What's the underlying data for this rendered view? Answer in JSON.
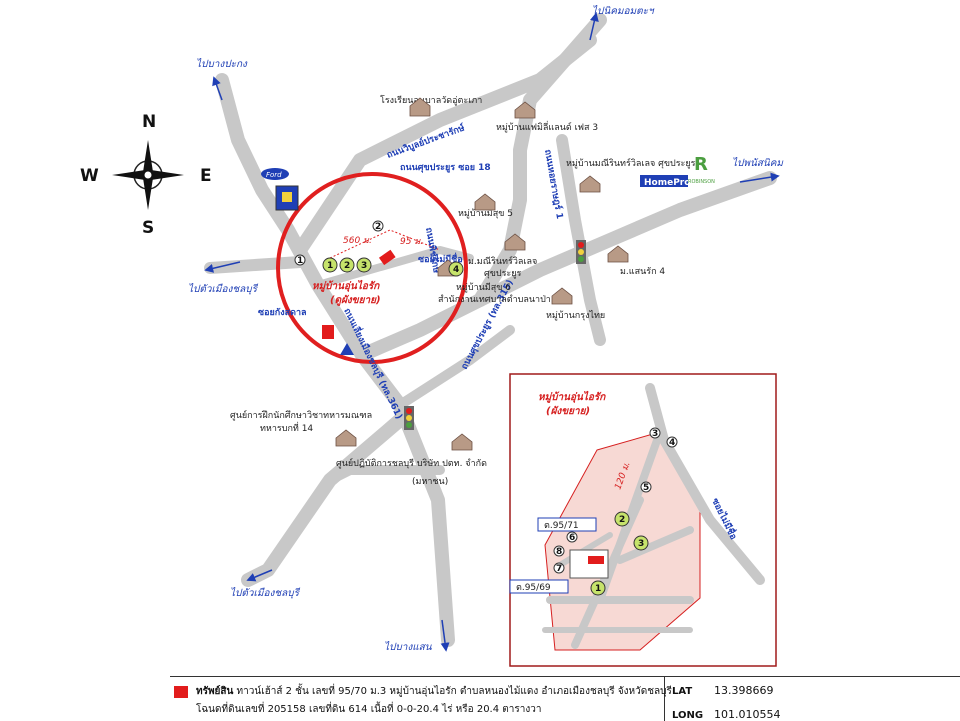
{
  "compass": {
    "n": "N",
    "s": "S",
    "e": "E",
    "w": "W"
  },
  "directions": {
    "to_bang_pakong": "ไปบางปะกง",
    "to_nikhom_motorway": "ไปนิคมอมตะฯ",
    "to_phanat_nikhom": "ไปพนัสนิคม",
    "to_chonburi_city_west": "ไปตัวเมืองชลบุรี",
    "to_chonburi_city_southwest": "ไปตัวเมืองชลบุรี",
    "to_bang_saen": "ไปบางแสน"
  },
  "roads": {
    "boonprasarn": "ถนนวิบูลย์ประชารักษ์",
    "sukprayoon_soi18": "ถนนศุขประยูร ซอย 18",
    "hor_ratsamee": "ถนนหอยราษฎร์ 1",
    "sukprayoon_315": "ถนนศุขประยูร (ทล.315)",
    "muang_chonburi_361": "ถนนเลี่ยงเมืองชลบุรี (ทล.361)",
    "phitsaphak": "ถนนพิชรักษ์",
    "soi_unnamed": "ซอยไม่มีชื่อ",
    "soi_kong_sawan": "ซอยกังสดาล",
    "soi_unnamed_inset": "ซอยไม่มีชื่อ"
  },
  "places": {
    "school": "โรงเรียนอนุบาลวัดอู่ตะเภา",
    "family_land": "หมู่บ้านแฟมิลี่แลนด์ เฟส 3",
    "mani_rin": "หมู่บ้านมณีรินทร์วิลเลจ ศุขประยูร",
    "mee_suk5": "หมู่บ้านมีสุข 5",
    "mani_rin_short_1": "ม.มณีรินทร์วิลเลจ",
    "mani_rin_short_2": "ศุขประยูร",
    "mee_suk6": "หมู่บ้านมีสุข 6",
    "municipal": "สำนักงานเทศบาลตำบลนาป่า",
    "sansaen": "ม.แสนรัก 4",
    "krungthai": "หมู่บ้านกรุงไทย",
    "training_1": "ศูนย์การฝึกนักศึกษาวิชาทหารมณฑล",
    "training_2": "ทหารบกที่ 14",
    "ptt_1": "ศูนย์ปฏิบัติการชลบุรี บริษัท ปตท. จำกัด",
    "ptt_2": "(มหาชน)",
    "homepro": "HomePro",
    "robinson": "ROBINSON",
    "ford": "Ford"
  },
  "subject": {
    "name": "หมู่บ้านอุ่นไอรัก",
    "note": "(ดูผังขยาย)"
  },
  "distances": {
    "d560": "560 ม.",
    "d95": "95 ม.",
    "d120": "120 ม."
  },
  "markers": [
    "1",
    "2",
    "3",
    "4",
    "5",
    "6",
    "7",
    "8"
  ],
  "inset": {
    "title": "หมู่บ้านอุ่นไอรัก",
    "subtitle": "(ผังขยาย)",
    "lot_a": "ต.95/71",
    "lot_b": "ต.95/69"
  },
  "footer": {
    "label": "ทรัพย์สิน",
    "line1": "ทาวน์เฮ้าส์ 2 ชั้น เลขที่ 95/70 ม.3 หมู่บ้านอุ่นไอรัก  ตำบลหนองไม้แดง  อำเภอเมืองชลบุรี  จังหวัดชลบุรี",
    "line2": "โฉนดที่ดินเลขที่ 205158 เลขที่ดิน 614 เนื้อที่ 0-0-20.4 ไร่ หรือ 20.4 ตารางวา"
  },
  "coordinates": {
    "lat_label": "LAT",
    "lat": "13.398669",
    "long_label": "LONG",
    "long": "101.010554"
  },
  "colors": {
    "road": "#c8c8c8",
    "circle": "#e01f1f",
    "arrow": "#1f3fb5",
    "subject": "#e21c1c",
    "marker": "#c6e36b"
  }
}
